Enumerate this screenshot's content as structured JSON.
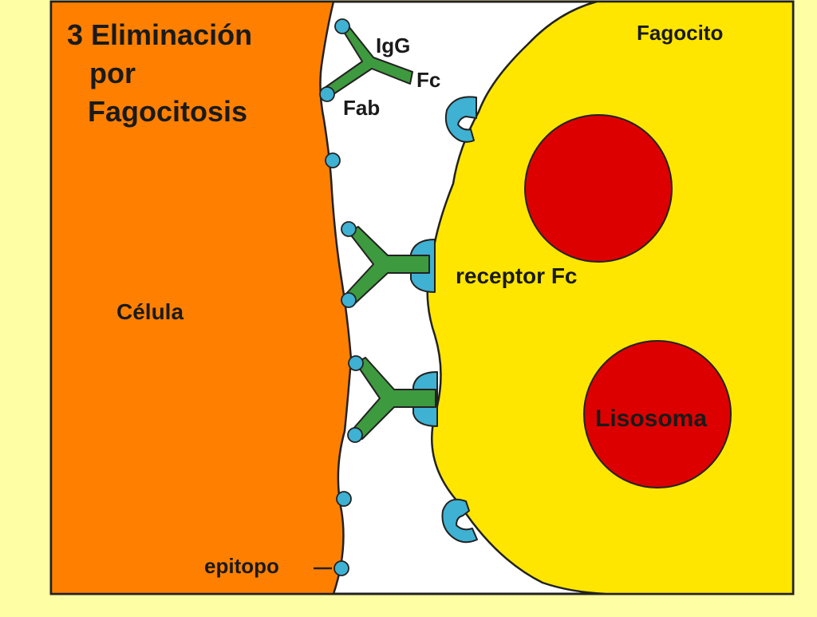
{
  "labels": {
    "title_line1": "3 Eliminación",
    "title_line2": "por",
    "title_line3": "Fagocitosis",
    "fagocito": "Fagocito",
    "celula": "Célula",
    "igg": "IgG",
    "fc": "Fc",
    "fab": "Fab",
    "receptor_fc": "receptor Fc",
    "lisosoma": "Lisosoma",
    "epitopo": "epitopo"
  },
  "colors": {
    "page_background": "#FEFEA4",
    "cell": "#FF8000",
    "phagocyte": "#FFE600",
    "gap": "#FFFFFF",
    "antibody": "#3E9A3E",
    "receptor_epitope": "#3FB1D2",
    "lysosome": "#DD0000",
    "outline": "#222222"
  }
}
